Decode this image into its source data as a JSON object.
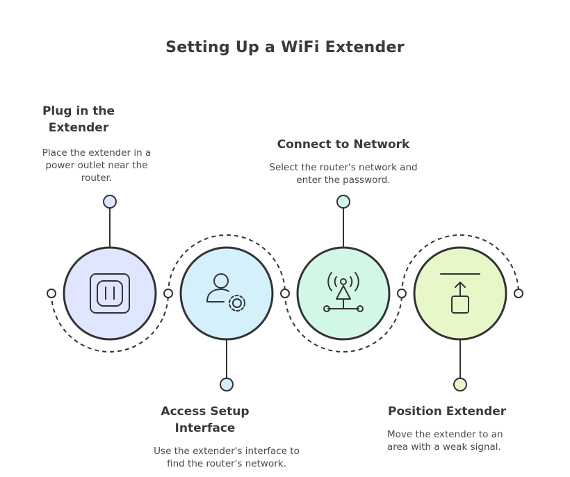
{
  "title": "Setting Up a WiFi Extender",
  "steps": [
    {
      "heading": "Plug in the Extender",
      "description": "Place the extender in a power outlet near the router.",
      "icon": "power-outlet-icon",
      "fill": "#dfe6ff",
      "pin": "#dfe6ff"
    },
    {
      "heading": "Access Setup Interface",
      "description": "Use the extender's interface to find the router's network.",
      "icon": "user-gear-icon",
      "fill": "#d3f0fb",
      "pin": "#d3f0fb"
    },
    {
      "heading": "Connect to Network",
      "description": "Select the router's network and enter the password.",
      "icon": "wireless-network-icon",
      "fill": "#d3f7e6",
      "pin": "#d3f7e6"
    },
    {
      "heading": "Position Extender",
      "description": "Move the extender to an area with a weak signal.",
      "icon": "move-up-box-icon",
      "fill": "#e6f8c8",
      "pin": "#e6f8c8"
    }
  ]
}
